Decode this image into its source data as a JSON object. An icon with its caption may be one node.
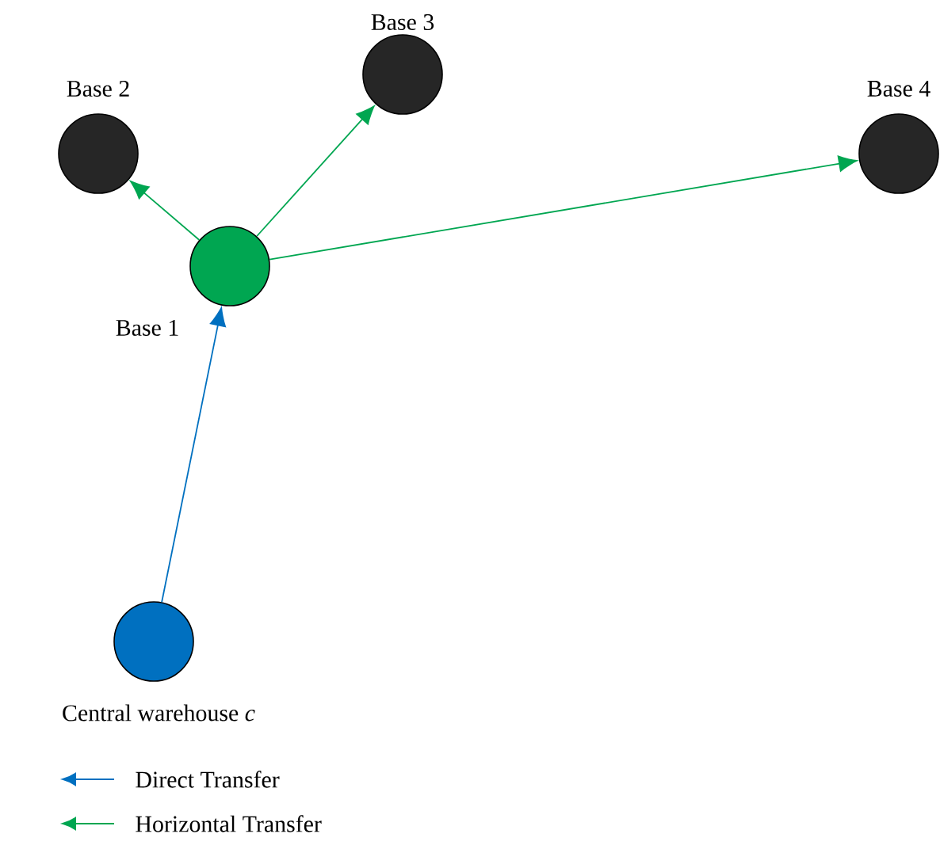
{
  "diagram": {
    "nodes": [
      {
        "text": [
          "Base 3"
        ]
      },
      {
        "text": [
          "Base 2"
        ]
      },
      {
        "text": [
          "Base 4"
        ]
      },
      {
        "text": [
          "Base 1"
        ]
      },
      {
        "text": [
          "Central warehouse *c*"
        ]
      }
    ],
    "edges": [
      {
        "from": 4,
        "to": 3,
        "arrow": "to",
        "color": "#0070c0"
      },
      {
        "from": 3,
        "to": 1,
        "arrow": "to"
      },
      {
        "from": 3,
        "to": 0,
        "arrow": "to"
      },
      {
        "from": 3,
        "to": 2,
        "arrow": "to"
      }
    ],
    "legend": [
      {
        "text": "Direct Transfer"
      },
      {
        "text": "Horizontal Transfer"
      }
    ]
  }
}
